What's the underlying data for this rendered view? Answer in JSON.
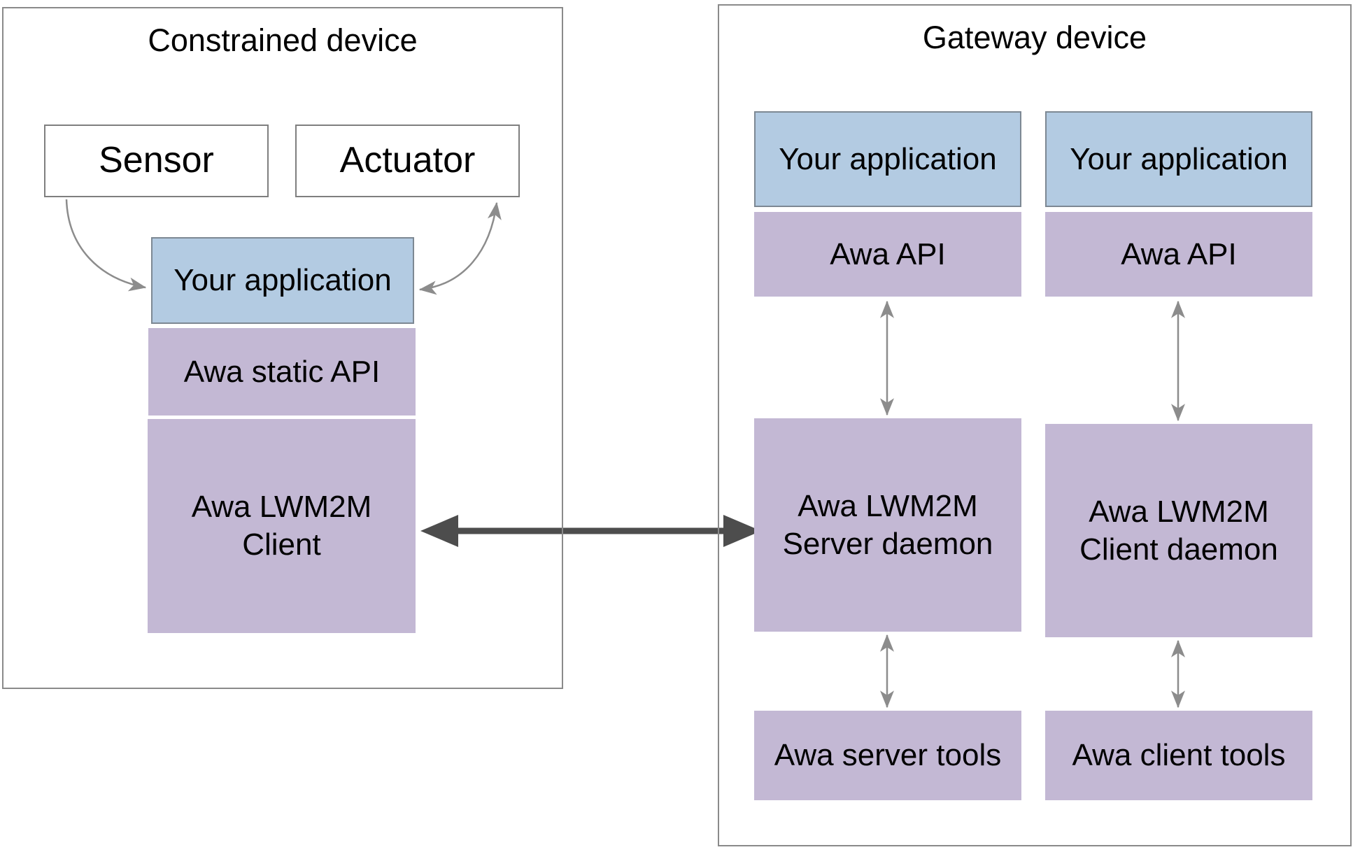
{
  "constrained": {
    "title": "Constrained device",
    "sensor": "Sensor",
    "actuator": "Actuator",
    "application": "Your application",
    "static_api": "Awa static API",
    "client": {
      "line1": "Awa LWM2M",
      "line2": "Client"
    }
  },
  "gateway": {
    "title": "Gateway device",
    "columns": [
      {
        "application": "Your application",
        "api": "Awa API",
        "daemon": {
          "line1": "Awa LWM2M",
          "line2": "Server daemon"
        },
        "tools": "Awa server tools"
      },
      {
        "application": "Your application",
        "api": "Awa API",
        "daemon": {
          "line1": "Awa LWM2M",
          "line2": "Client daemon"
        },
        "tools": "Awa client tools"
      }
    ]
  },
  "colors": {
    "application_fill": "#b3cbe2",
    "application_border": "#7d8893",
    "module_fill": "#c3b8d4",
    "hw_border": "#7f7f7f",
    "panel_border": "#8a8a8a",
    "arrow_color": "#8c8c8c",
    "big_arrow_color": "#4d4d4d",
    "text_color": "#000000"
  }
}
